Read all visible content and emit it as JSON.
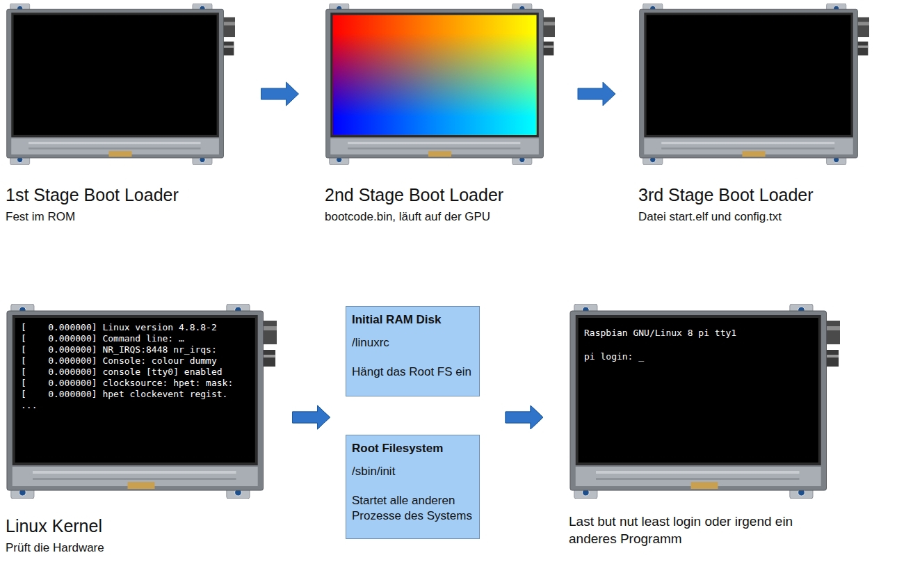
{
  "diagram": {
    "nodes": [
      {
        "text": [
          "1st Stage Boot Loader",
          "Fest im ROM"
        ]
      },
      {
        "text": [
          "2nd Stage Boot Loader",
          "bootcode.bin, läuft auf der GPU"
        ]
      },
      {
        "text": [
          "3rd Stage Boot Loader",
          "Datei start.elf und config.txt"
        ]
      },
      {
        "text": [
          "[    0.000000] Linux version 4.8.8-2",
          "[    0.000000] Command line: …",
          "[    0.000000] NR_IRQS:8448 nr_irqs:",
          "[    0.000000] Console: colour dummy",
          "[    0.000000] console [tty0] enabled",
          "[    0.000000] clocksource: hpet: mask:",
          "[    0.000000] hpet clockevent regist.",
          "...",
          "Linux Kernel",
          "Prüft die Hardware"
        ]
      },
      {
        "text": [
          "Initial RAM Disk",
          "/linuxrc",
          "Hängt das Root FS ein"
        ]
      },
      {
        "text": [
          "Root Filesystem",
          "/sbin/init",
          "Startet alle anderen Prozesse des Systems"
        ]
      },
      {
        "text": [
          "Raspbian GNU/Linux 8 pi tty1",
          "pi login: _",
          "Last but nut least login oder irgend ein anderes Programm"
        ]
      }
    ],
    "edges": [
      {
        "from": 0,
        "to": 1,
        "arrow": "to"
      },
      {
        "from": 1,
        "to": 2,
        "arrow": "to"
      },
      {
        "from": 3,
        "to": 4,
        "arrow": "to"
      },
      {
        "from": 3,
        "to": 5,
        "arrow": "to"
      },
      {
        "from": 4,
        "to": 6,
        "arrow": "to"
      },
      {
        "from": 5,
        "to": 6,
        "arrow": "to"
      }
    ]
  }
}
